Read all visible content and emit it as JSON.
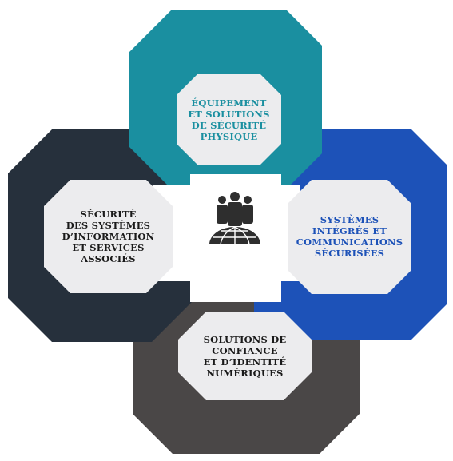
{
  "colors": {
    "top": "#1a8fa0",
    "top_text": "#1a8fa0",
    "right": "#1d52b8",
    "right_text": "#1d52b8",
    "left": "#26303c",
    "left_text": "#1a1a1a",
    "bottom": "#4a4747",
    "bottom_text": "#1a1a1a",
    "inner": "#ececee",
    "center": "#ffffff",
    "icon": "#2e2e2e"
  },
  "segments": {
    "top": {
      "lines": [
        "ÉQUIPEMENT",
        "ET SOLUTIONS",
        "DE SÉCURITÉ",
        "PHYSIQUE"
      ]
    },
    "right": {
      "lines": [
        "SYSTÈMES",
        "INTÉGRÉS ET",
        "COMMUNICATIONS",
        "SÉCURISÉES"
      ]
    },
    "left": {
      "lines": [
        "SÉCURITÉ",
        "DES SYSTÈMES",
        "D’INFORMATION",
        "ET SERVICES",
        "ASSOCIÉS"
      ]
    },
    "bottom": {
      "lines": [
        "SOLUTIONS DE",
        "CONFIANCE",
        "ET D’IDENTITÉ",
        "NUMÉRIQUES"
      ]
    }
  },
  "center_icon": "people-globe-icon"
}
